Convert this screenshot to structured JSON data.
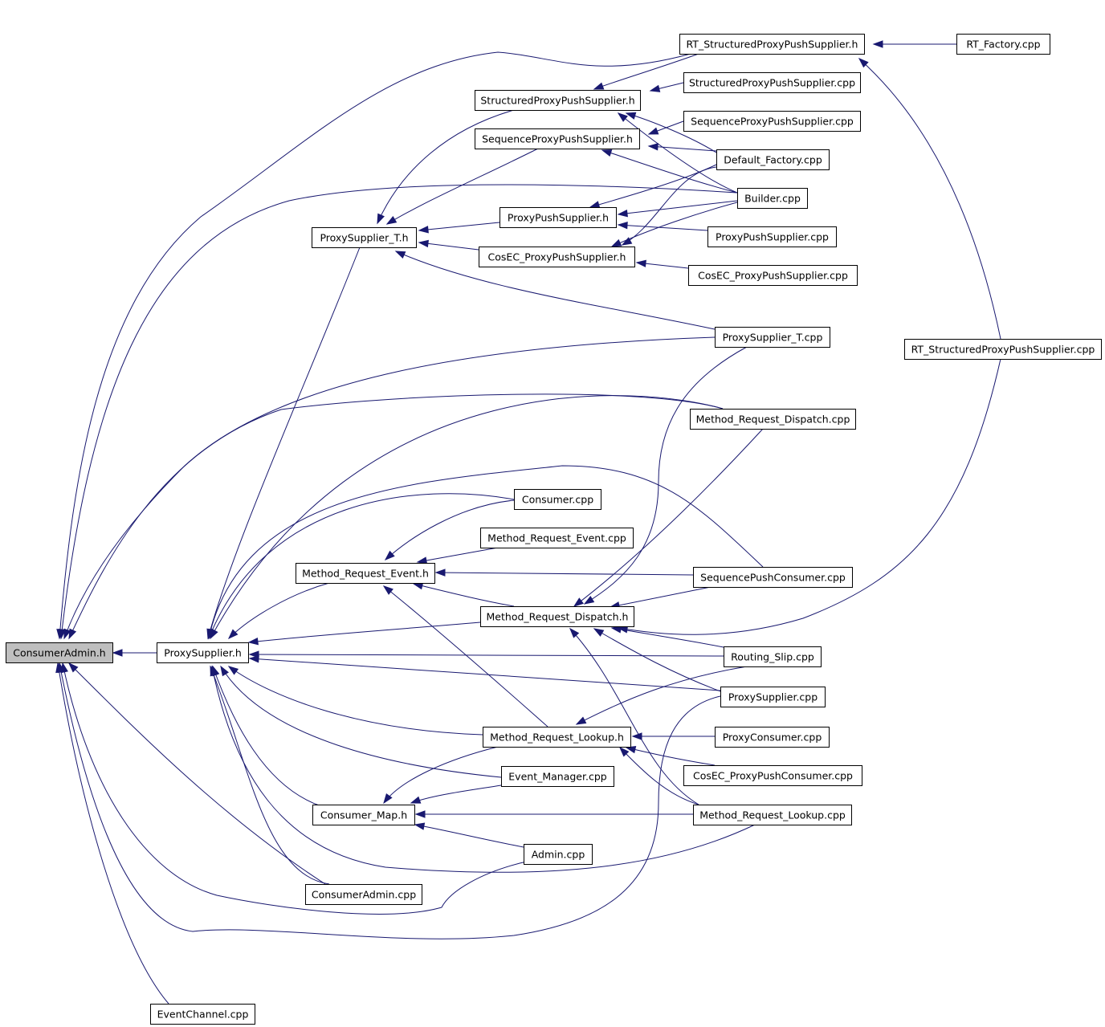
{
  "graph": {
    "root": "ConsumerAdmin.h",
    "colors": {
      "edge": "#191970",
      "root_fill": "#bfbfbf",
      "node_fill": "#ffffff",
      "border": "#000000"
    },
    "nodes": [
      {
        "id": "consumeradmin_h",
        "label": "ConsumerAdmin.h",
        "root": true
      },
      {
        "id": "proxysupplier_h",
        "label": "ProxySupplier.h"
      },
      {
        "id": "proxysupplier_t_h",
        "label": "ProxySupplier_T.h"
      },
      {
        "id": "structuredproxypushsupplier_h",
        "label": "StructuredProxyPushSupplier.h"
      },
      {
        "id": "sequenceproxypushsupplier_h",
        "label": "SequenceProxyPushSupplier.h"
      },
      {
        "id": "proxypushsupplier_h",
        "label": "ProxyPushSupplier.h"
      },
      {
        "id": "cosec_proxypushsupplier_h",
        "label": "CosEC_ProxyPushSupplier.h"
      },
      {
        "id": "rt_structuredproxypushsupplier_h",
        "label": "RT_StructuredProxyPushSupplier.h"
      },
      {
        "id": "rt_factory_cpp",
        "label": "RT_Factory.cpp"
      },
      {
        "id": "structuredproxypushsupplier_cpp",
        "label": "StructuredProxyPushSupplier.cpp"
      },
      {
        "id": "sequenceproxypushsupplier_cpp",
        "label": "SequenceProxyPushSupplier.cpp"
      },
      {
        "id": "default_factory_cpp",
        "label": "Default_Factory.cpp"
      },
      {
        "id": "builder_cpp",
        "label": "Builder.cpp"
      },
      {
        "id": "proxypushsupplier_cpp",
        "label": "ProxyPushSupplier.cpp"
      },
      {
        "id": "cosec_proxypushsupplier_cpp",
        "label": "CosEC_ProxyPushSupplier.cpp"
      },
      {
        "id": "proxysupplier_t_cpp",
        "label": "ProxySupplier_T.cpp"
      },
      {
        "id": "rt_structuredproxypushsupplier_cpp",
        "label": "RT_StructuredProxyPushSupplier.cpp"
      },
      {
        "id": "method_request_dispatch_cpp",
        "label": "Method_Request_Dispatch.cpp"
      },
      {
        "id": "consumer_cpp",
        "label": "Consumer.cpp"
      },
      {
        "id": "method_request_event_cpp",
        "label": "Method_Request_Event.cpp"
      },
      {
        "id": "method_request_event_h",
        "label": "Method_Request_Event.h"
      },
      {
        "id": "sequencepushconsumer_cpp",
        "label": "SequencePushConsumer.cpp"
      },
      {
        "id": "method_request_dispatch_h",
        "label": "Method_Request_Dispatch.h"
      },
      {
        "id": "routing_slip_cpp",
        "label": "Routing_Slip.cpp"
      },
      {
        "id": "proxysupplier_cpp",
        "label": "ProxySupplier.cpp"
      },
      {
        "id": "method_request_lookup_h",
        "label": "Method_Request_Lookup.h"
      },
      {
        "id": "proxyconsumer_cpp",
        "label": "ProxyConsumer.cpp"
      },
      {
        "id": "event_manager_cpp",
        "label": "Event_Manager.cpp"
      },
      {
        "id": "cosec_proxypushconsumer_cpp",
        "label": "CosEC_ProxyPushConsumer.cpp"
      },
      {
        "id": "consumer_map_h",
        "label": "Consumer_Map.h"
      },
      {
        "id": "method_request_lookup_cpp",
        "label": "Method_Request_Lookup.cpp"
      },
      {
        "id": "admin_cpp",
        "label": "Admin.cpp"
      },
      {
        "id": "consumeradmin_cpp",
        "label": "ConsumerAdmin.cpp"
      },
      {
        "id": "eventchannel_cpp",
        "label": "EventChannel.cpp"
      }
    ],
    "edges": [
      [
        "rt_factory_cpp",
        "rt_structuredproxypushsupplier_h"
      ],
      [
        "rt_structuredproxypushsupplier_cpp",
        "rt_structuredproxypushsupplier_h"
      ],
      [
        "rt_structuredproxypushsupplier_h",
        "structuredproxypushsupplier_h"
      ],
      [
        "structuredproxypushsupplier_cpp",
        "structuredproxypushsupplier_h"
      ],
      [
        "default_factory_cpp",
        "structuredproxypushsupplier_h"
      ],
      [
        "builder_cpp",
        "structuredproxypushsupplier_h"
      ],
      [
        "sequenceproxypushsupplier_cpp",
        "sequenceproxypushsupplier_h"
      ],
      [
        "default_factory_cpp",
        "sequenceproxypushsupplier_h"
      ],
      [
        "builder_cpp",
        "sequenceproxypushsupplier_h"
      ],
      [
        "structuredproxypushsupplier_h",
        "proxysupplier_t_h"
      ],
      [
        "sequenceproxypushsupplier_h",
        "proxysupplier_t_h"
      ],
      [
        "proxypushsupplier_h",
        "proxysupplier_t_h"
      ],
      [
        "cosec_proxypushsupplier_h",
        "proxysupplier_t_h"
      ],
      [
        "proxysupplier_t_cpp",
        "proxysupplier_t_h"
      ],
      [
        "default_factory_cpp",
        "proxypushsupplier_h"
      ],
      [
        "builder_cpp",
        "proxypushsupplier_h"
      ],
      [
        "proxypushsupplier_cpp",
        "proxypushsupplier_h"
      ],
      [
        "cosec_proxypushsupplier_cpp",
        "cosec_proxypushsupplier_h"
      ],
      [
        "default_factory_cpp",
        "cosec_proxypushsupplier_h"
      ],
      [
        "builder_cpp",
        "cosec_proxypushsupplier_h"
      ],
      [
        "proxysupplier_t_h",
        "proxysupplier_h"
      ],
      [
        "method_request_event_h",
        "proxysupplier_h"
      ],
      [
        "method_request_dispatch_h",
        "proxysupplier_h"
      ],
      [
        "method_request_lookup_h",
        "proxysupplier_h"
      ],
      [
        "consumer_map_h",
        "proxysupplier_h"
      ],
      [
        "consumer_cpp",
        "proxysupplier_h"
      ],
      [
        "event_manager_cpp",
        "proxysupplier_h"
      ],
      [
        "routing_slip_cpp",
        "proxysupplier_h"
      ],
      [
        "proxysupplier_cpp",
        "proxysupplier_h"
      ],
      [
        "method_request_dispatch_cpp",
        "proxysupplier_h"
      ],
      [
        "sequencepushconsumer_cpp",
        "proxysupplier_h"
      ],
      [
        "method_request_lookup_cpp",
        "proxysupplier_h"
      ],
      [
        "consumeradmin_cpp",
        "proxysupplier_h"
      ],
      [
        "consumer_cpp",
        "method_request_event_h"
      ],
      [
        "method_request_event_cpp",
        "method_request_event_h"
      ],
      [
        "sequencepushconsumer_cpp",
        "method_request_event_h"
      ],
      [
        "method_request_dispatch_h",
        "method_request_event_h"
      ],
      [
        "method_request_lookup_h",
        "method_request_event_h"
      ],
      [
        "sequencepushconsumer_cpp",
        "method_request_dispatch_h"
      ],
      [
        "routing_slip_cpp",
        "method_request_dispatch_h"
      ],
      [
        "proxysupplier_cpp",
        "method_request_dispatch_h"
      ],
      [
        "method_request_dispatch_cpp",
        "method_request_dispatch_h"
      ],
      [
        "proxysupplier_t_cpp",
        "method_request_dispatch_h"
      ],
      [
        "method_request_lookup_cpp",
        "method_request_dispatch_h"
      ],
      [
        "rt_structuredproxypushsupplier_cpp",
        "method_request_dispatch_h"
      ],
      [
        "proxyconsumer_cpp",
        "method_request_lookup_h"
      ],
      [
        "cosec_proxypushconsumer_cpp",
        "method_request_lookup_h"
      ],
      [
        "method_request_lookup_cpp",
        "method_request_lookup_h"
      ],
      [
        "routing_slip_cpp",
        "method_request_lookup_h"
      ],
      [
        "event_manager_cpp",
        "consumer_map_h"
      ],
      [
        "admin_cpp",
        "consumer_map_h"
      ],
      [
        "method_request_lookup_cpp",
        "consumer_map_h"
      ],
      [
        "method_request_lookup_h",
        "consumer_map_h"
      ],
      [
        "proxysupplier_h",
        "consumeradmin_h"
      ],
      [
        "rt_structuredproxypushsupplier_h",
        "consumeradmin_h"
      ],
      [
        "builder_cpp",
        "consumeradmin_h"
      ],
      [
        "proxysupplier_t_cpp",
        "consumeradmin_h"
      ],
      [
        "method_request_dispatch_cpp",
        "consumeradmin_h"
      ],
      [
        "consumeradmin_cpp",
        "consumeradmin_h"
      ],
      [
        "admin_cpp",
        "consumeradmin_h"
      ],
      [
        "proxysupplier_cpp",
        "consumeradmin_h"
      ],
      [
        "eventchannel_cpp",
        "consumeradmin_h"
      ]
    ]
  }
}
